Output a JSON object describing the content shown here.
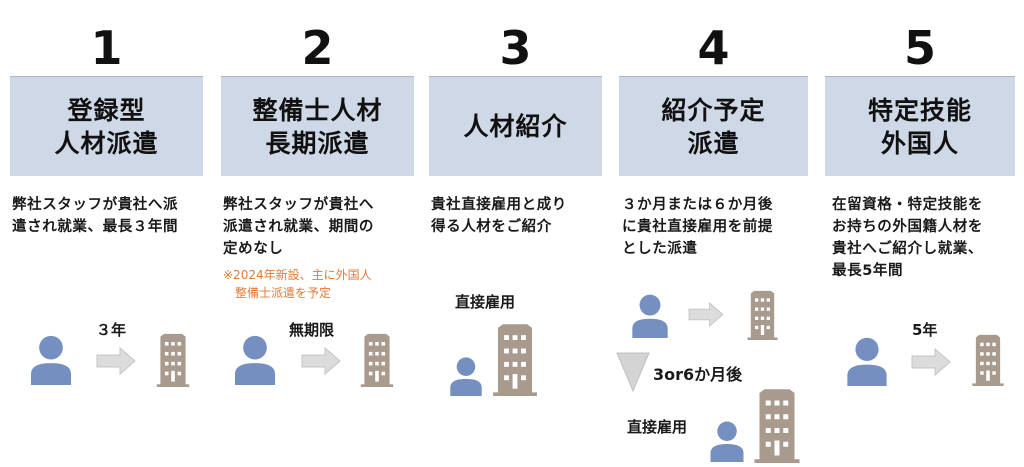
{
  "colors": {
    "header_box": "#cfd8e7",
    "person": "#7590c0",
    "building": "#a89a8d",
    "arrow": "#dcdcdc",
    "note": "#e07b39"
  },
  "columns": [
    {
      "number": "1",
      "title_lines": [
        "登録型",
        "人材派遣"
      ],
      "description_lines": [
        "弊社スタッフが貴社へ派",
        "遣され就業、最長３年間"
      ],
      "flow_label": "３年",
      "icons": [
        "person-icon",
        "arrow-right-icon",
        "building-icon"
      ]
    },
    {
      "number": "2",
      "title_lines": [
        "整備士人材",
        "長期派遣"
      ],
      "description_lines": [
        "弊社スタッフが貴社へ",
        "派遣され就業、期間の",
        "定めなし"
      ],
      "note_lines": [
        "※2024年新設、主に外国人",
        "整備士派遣を予定"
      ],
      "flow_label": "無期限",
      "icons": [
        "person-icon",
        "arrow-right-icon",
        "building-icon"
      ]
    },
    {
      "number": "3",
      "title_lines": [
        "人材紹介"
      ],
      "description_lines": [
        "貴社直接雇用と成り",
        "得る人材をご紹介"
      ],
      "flow_label": "直接雇用",
      "icons": [
        "person-icon",
        "building-icon"
      ]
    },
    {
      "number": "4",
      "title_lines": [
        "紹介予定",
        "派遣"
      ],
      "description_lines": [
        "３か月または６か月後",
        "に貴社直接雇用を前提",
        "とした派遣"
      ],
      "flow_label_after": "3or6か月後",
      "flow_label_final": "直接雇用",
      "icons": [
        "person-icon",
        "arrow-right-icon",
        "building-icon",
        "triangle-down-icon"
      ]
    },
    {
      "number": "5",
      "title_lines": [
        "特定技能",
        "外国人"
      ],
      "description_lines": [
        "在留資格・特定技能を",
        "お持ちの外国籍人材を",
        "貴社へご紹介し就業、",
        "最長5年間"
      ],
      "flow_label": "5年",
      "icons": [
        "person-icon",
        "arrow-right-icon",
        "building-icon"
      ]
    }
  ]
}
